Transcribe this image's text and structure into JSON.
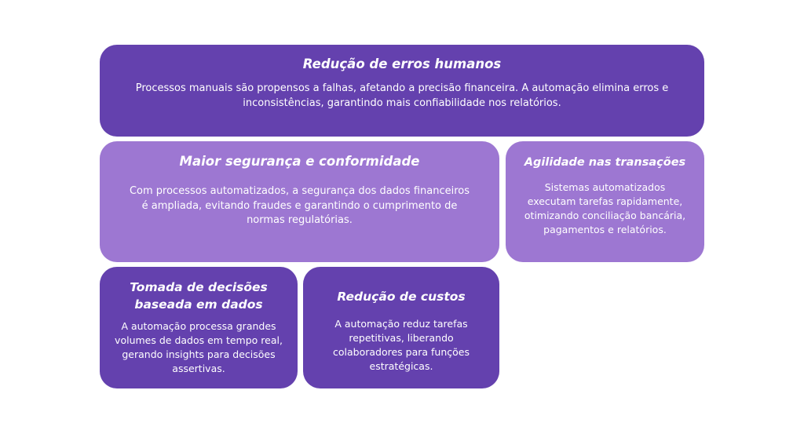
{
  "colors": {
    "dark_card": "#6441ae",
    "light_card": "#9d77d2",
    "text": "#ffffff",
    "background": "#ffffff"
  },
  "cards": {
    "erros": {
      "title": "Redução de erros humanos",
      "body": "Processos manuais são propensos a falhas, afetando a precisão financeira. A automação elimina erros e inconsistências, garantindo mais confiabilidade nos relatórios."
    },
    "seguranca": {
      "title": "Maior segurança e conformidade",
      "body": "Com processos automatizados, a segurança dos dados financeiros é ampliada, evitando fraudes e garantindo o cumprimento de normas regulatórias."
    },
    "agilidade": {
      "title": "Agilidade nas transações",
      "body": "Sistemas automatizados executam tarefas rapidamente, otimizando conciliação bancária, pagamentos e relatórios."
    },
    "decisoes": {
      "title": "Tomada de decisões baseada em dados",
      "body": "A automação processa grandes volumes de dados em tempo real, gerando insights para decisões assertivas."
    },
    "custos": {
      "title": "Redução de custos",
      "body": "A automação reduz tarefas repetitivas, liberando colaboradores para funções estratégicas."
    }
  }
}
